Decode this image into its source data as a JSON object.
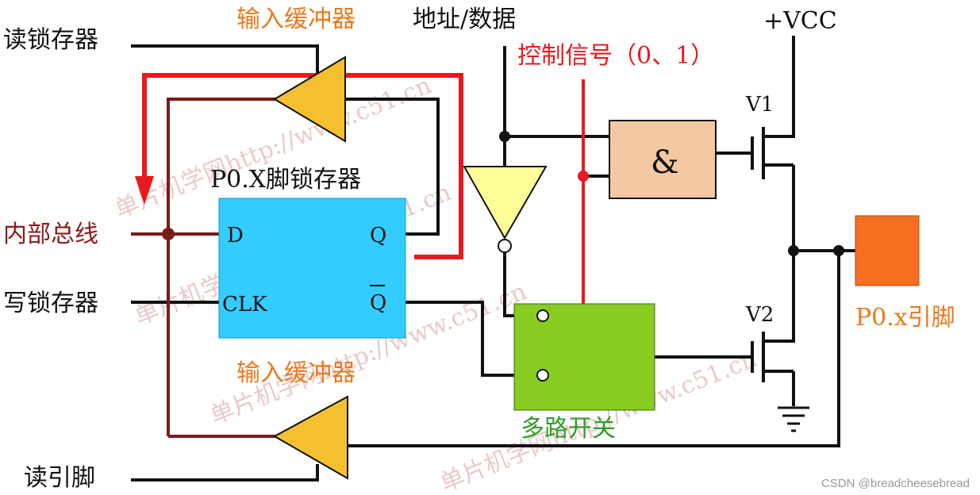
{
  "labels": {
    "read_latch": "读锁存器",
    "input_buffer_top": "输入缓冲器",
    "addr_data": "地址/数据",
    "vcc": "+VCC",
    "control_signal": "控制信号（0、1）",
    "v1": "V1",
    "latch_title": "P0.X脚锁存器",
    "internal_bus": "内部总线",
    "write_latch": "写锁存器",
    "pin_d": "D",
    "pin_q": "Q",
    "pin_clk": "CLK",
    "pin_qbar": "Q",
    "v2": "V2",
    "p0_pin": "P0.x引脚",
    "input_buffer_bottom": "输入缓冲器",
    "mux": "多路开关",
    "read_pin": "读引脚",
    "and_gate_symbol": "&"
  },
  "watermark": {
    "line1": "单片机学网http://www.c51.cn",
    "line2": "单片机学网http://www.c51.cn",
    "line3": "单片机学网http://www.c51.cn",
    "line4": "单片机学网http://www.c51.cn"
  },
  "credit": "CSDN @breadcheesebread",
  "colors": {
    "latch_box": "#33ccff",
    "and_box": "#f4c8a0",
    "mux_box": "#88cc22",
    "pin_box": "#f47020",
    "buffer": "#f5c030",
    "inverter": "#ffff99",
    "bus_wire": "#7b1a1a",
    "highlight_wire": "#e8191f",
    "label_orange": "#e87a1e",
    "label_red": "#e8191f",
    "label_green": "#2f9d27",
    "label_darkred": "#8b1a1a"
  }
}
